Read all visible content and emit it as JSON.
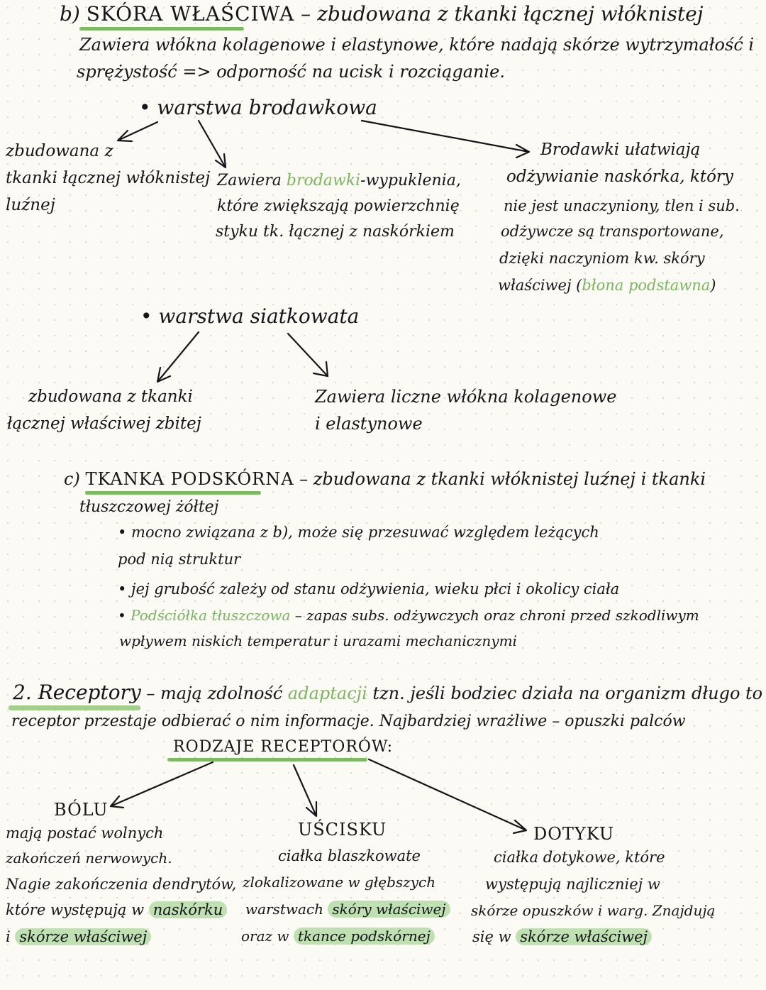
{
  "section_b": {
    "prefix": "b) ",
    "title": "SKÓRA WŁAŚCIWA",
    "title_suffix": " – zbudowana z tkanki łącznej włóknistej",
    "line2": "Zawiera włókna kolagenowe i elastynowe, które nadają skórze wytrzymałość i",
    "line3": "sprężystość => odporność na ucisk i rozciąganie.",
    "papillary": {
      "heading": "• warstwa brodawkowa",
      "left": [
        "zbudowana z",
        "tkanki łącznej włóknistej",
        "luźnej"
      ],
      "middle_pre": "Zawiera ",
      "middle_green": "brodawki",
      "middle_post": "-wypuklenia,",
      "middle_lines": [
        "które zwiększają powierzchnię",
        "styku tk. łącznej z naskórkiem"
      ],
      "right_lines": [
        "Brodawki ułatwiają",
        "odżywianie naskórka, który",
        "nie jest unaczyniony, tlen i sub.",
        "odżywcze są transportowane,",
        "dzięki naczyniom kw. skóry"
      ],
      "right_last_pre": "właściwej (",
      "right_last_green": "błona podstawna",
      "right_last_post": ")"
    },
    "reticular": {
      "heading": "• warstwa siatkowata",
      "left": [
        "zbudowana z tkanki",
        "łącznej właściwej zbitej"
      ],
      "right": [
        "Zawiera liczne włókna kolagenowe",
        "i elastynowe"
      ]
    }
  },
  "section_c": {
    "prefix": "c) ",
    "title": "TKANKA PODSKÓRNA",
    "title_suffix": " – zbudowana z tkanki włóknistej luźnej i tkanki",
    "line2": "tłuszczowej żółtej",
    "bullet1": [
      "• mocno związana z b), może się przesuwać względem leżących",
      "pod nią struktur"
    ],
    "bullet2": "• jej grubość zależy od stanu odżywienia, wieku płci i okolicy ciała",
    "bullet3_prefix": "• ",
    "bullet3_green": "Podściółka tłuszczowa",
    "bullet3_rest": " – zapas subs. odżywczych oraz chroni przed szkodliwym",
    "bullet3_line2": "wpływem niskich temperatur i urazami mechanicznymi"
  },
  "section_2": {
    "title": "2. Receptory",
    "line1_a": " – mają zdolność ",
    "line1_green": "adaptacji",
    "line1_b": " tzn. jeśli bodziec działa na organizm długo to",
    "line2": "receptor przestaje odbierać o nim informacje. Najbardziej wrażliwe – opuszki palców",
    "types_heading": "RODZAJE RECEPTORÓW:",
    "pain": {
      "title": "BÓLU",
      "lines": [
        "mają postać wolnych",
        "zakończeń nerwowych.",
        "Nagie zakończenia dendrytów,"
      ],
      "line4_pre": "które występują w ",
      "line4_hl": "naskórku",
      "line5_pre": "i ",
      "line5_hl": "skórze właściwej"
    },
    "pressure": {
      "title": "UŚCISKU",
      "lines": [
        "ciałka blaszkowate",
        "zlokalizowane w głębszych"
      ],
      "line3_pre": "warstwach ",
      "line3_hl": "skóry właściwej",
      "line4_pre": "oraz w ",
      "line4_hl": "tkance podskórnej"
    },
    "touch": {
      "title": "DOTYKU",
      "lines": [
        "ciałka dotykowe, które",
        "występują najliczniej w",
        "skórze opuszków i warg. Znajdują"
      ],
      "line4_pre": "się w ",
      "line4_hl": "skórze właściwej"
    }
  }
}
